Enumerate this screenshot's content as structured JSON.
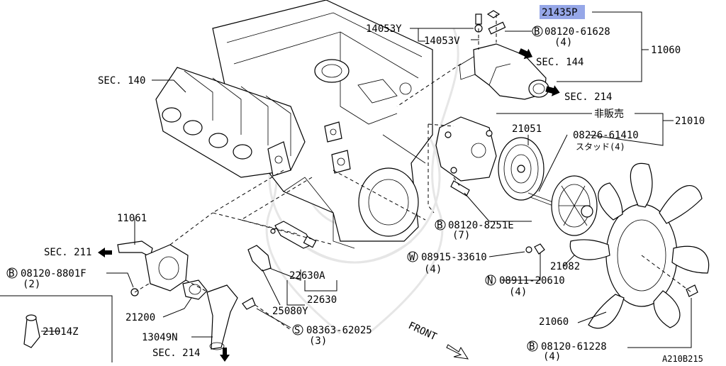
{
  "diagram_id": "A210B215",
  "highlight": {
    "color": "#3f5fd6"
  },
  "callouts": {
    "p21435": "21435P",
    "p14053y": "14053Y",
    "p14053v": "14053V",
    "p08120_61628": "08120-61628",
    "p08120_61628_qty": "(4)",
    "p11060": "11060",
    "sec144": "SEC. 144",
    "sec214_top": "SEC. 214",
    "sec140": "SEC. 140",
    "not_for_sale": "非販売",
    "p21010": "21010",
    "p21051": "21051",
    "p08226_61410": "08226-61410",
    "p08226_note": "スタッド(4)",
    "p08120_8251e": "08120-8251E",
    "p08120_8251e_qty": "(7)",
    "p08915_33610": "08915-33610",
    "p08915_qty": "(4)",
    "p21082": "21082",
    "p08911_20610": "08911-20610",
    "p08911_qty": "(4)",
    "p21060": "21060",
    "p08120_61228": "08120-61228",
    "p08120_61228_qty": "(4)",
    "p11061": "11061",
    "sec211": "SEC. 211",
    "p08120_8801f": "08120-8801F",
    "p08120_8801f_qty": "(2)",
    "p21200": "21200",
    "p13049n": "13049N",
    "sec214_bottom": "SEC. 214",
    "p22630a": "22630A",
    "p22630": "22630",
    "p25080y": "25080Y",
    "p08363_62025": "08363-62025",
    "p08363_qty": "(3)",
    "front": "FRONT",
    "p21014z": "21014Z"
  },
  "markers": {
    "bolt": "B",
    "washer": "W",
    "nut": "N",
    "screw": "S"
  }
}
